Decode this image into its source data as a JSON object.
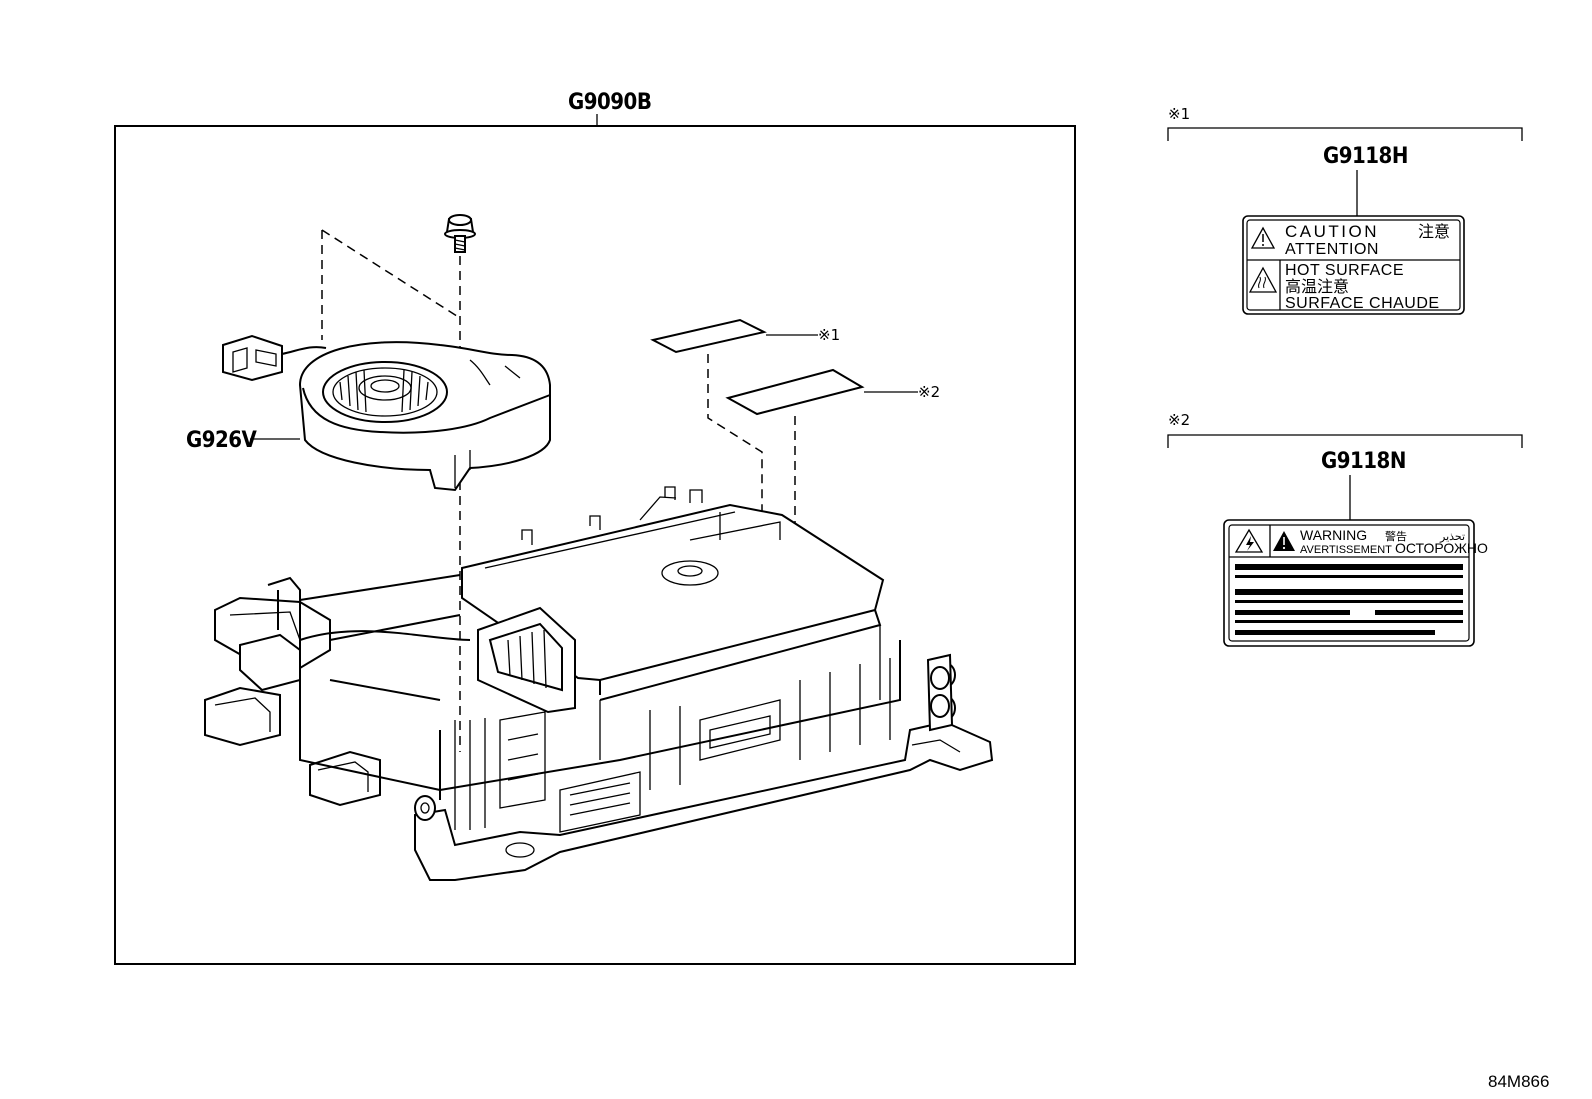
{
  "main_assembly": {
    "part_number": "G9090B",
    "blower_part_number": "G926V",
    "callout_ref1": "※1",
    "callout_ref2": "※2"
  },
  "label1": {
    "ref": "※1",
    "part_number": "G9118H",
    "line_caution": "CAUTION",
    "line_caution_jp": "注意",
    "line_attention": "ATTENTION",
    "line_hot": "HOT  SURFACE",
    "line_hot_jp": "高温注意",
    "line_surface": "SURFACE CHAUDE"
  },
  "label2": {
    "ref": "※2",
    "part_number": "G9118N",
    "warning": "WARNING",
    "avertissement": "AVERTISSEMENT",
    "warning_jp": "警告",
    "warning_ar": "تحذير",
    "warning_ru": "ОСТОРОЖНО"
  },
  "figure_code": "84M866"
}
